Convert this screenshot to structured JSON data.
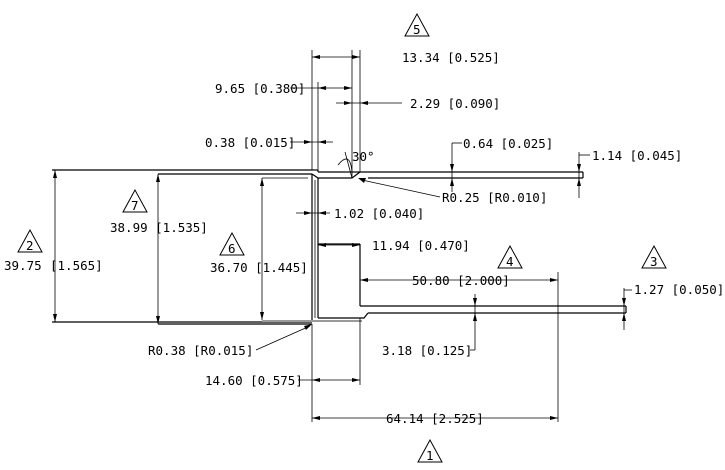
{
  "dimensions": {
    "d_13_34": "13.34 [0.525]",
    "d_9_65": "9.65 [0.380]",
    "d_2_29": "2.29 [0.090]",
    "d_0_38": "0.38 [0.015]",
    "d_30deg": "30°",
    "d_0_64": "0.64 [0.025]",
    "d_1_14": "1.14 [0.045]",
    "d_r025": "R0.25 [R0.010]",
    "d_39_75_a": "39.75",
    "d_39_75_b": "[1.565]",
    "d_38_99": "38.99 [1.535]",
    "d_36_70": "36.70 [1.445]",
    "d_1_02": "1.02 [0.040]",
    "d_11_94": "11.94 [0.470]",
    "d_50_80": "50.80 [2.000]",
    "d_1_27": "1.27 [0.050]",
    "d_r038": "R0.38 [R0.015]",
    "d_3_18": "3.18 [0.125]",
    "d_14_60": "14.60 [0.575]",
    "d_64_14": "64.14 [2.525]"
  },
  "callouts": {
    "c1": "1",
    "c2": "2",
    "c3": "3",
    "c4": "4",
    "c5": "5",
    "c6": "6",
    "c7": "7"
  }
}
